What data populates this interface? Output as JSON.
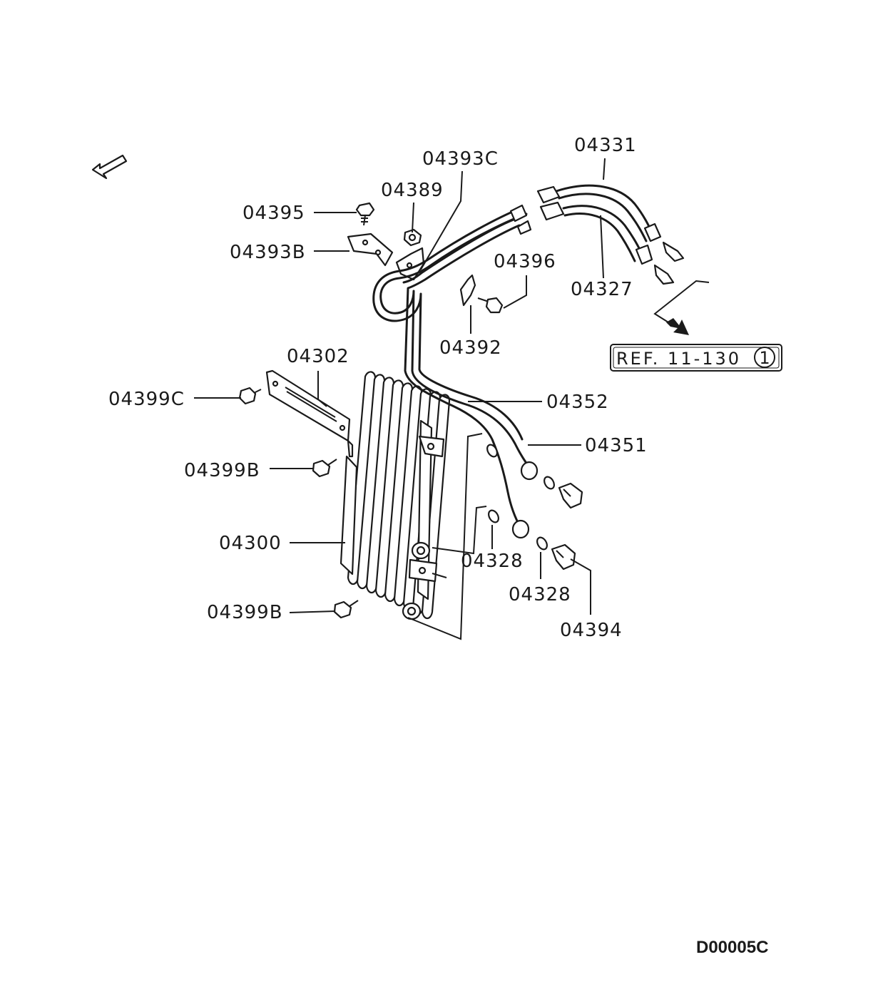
{
  "diagram": {
    "labels": {
      "p04331": "04331",
      "p04393c": "04393C",
      "p04389": "04389",
      "p04395": "04395",
      "p04393b": "04393B",
      "p04396": "04396",
      "p04327": "04327",
      "p04392": "04392",
      "p04302": "04302",
      "p04399c": "04399C",
      "p04352": "04352",
      "p04351": "04351",
      "p04399b_top": "04399B",
      "p04300": "04300",
      "p04328_a": "04328",
      "p04328_b": "04328",
      "p04394": "04394",
      "p04399b_bottom": "04399B"
    },
    "reference": {
      "text": "REF. 11-130",
      "circle_number": "1"
    },
    "diagram_code": "D00005C",
    "icons": {
      "direction_arrow": "front-direction-arrow-icon",
      "ref_arrow": "arrow-down-right-icon"
    }
  }
}
